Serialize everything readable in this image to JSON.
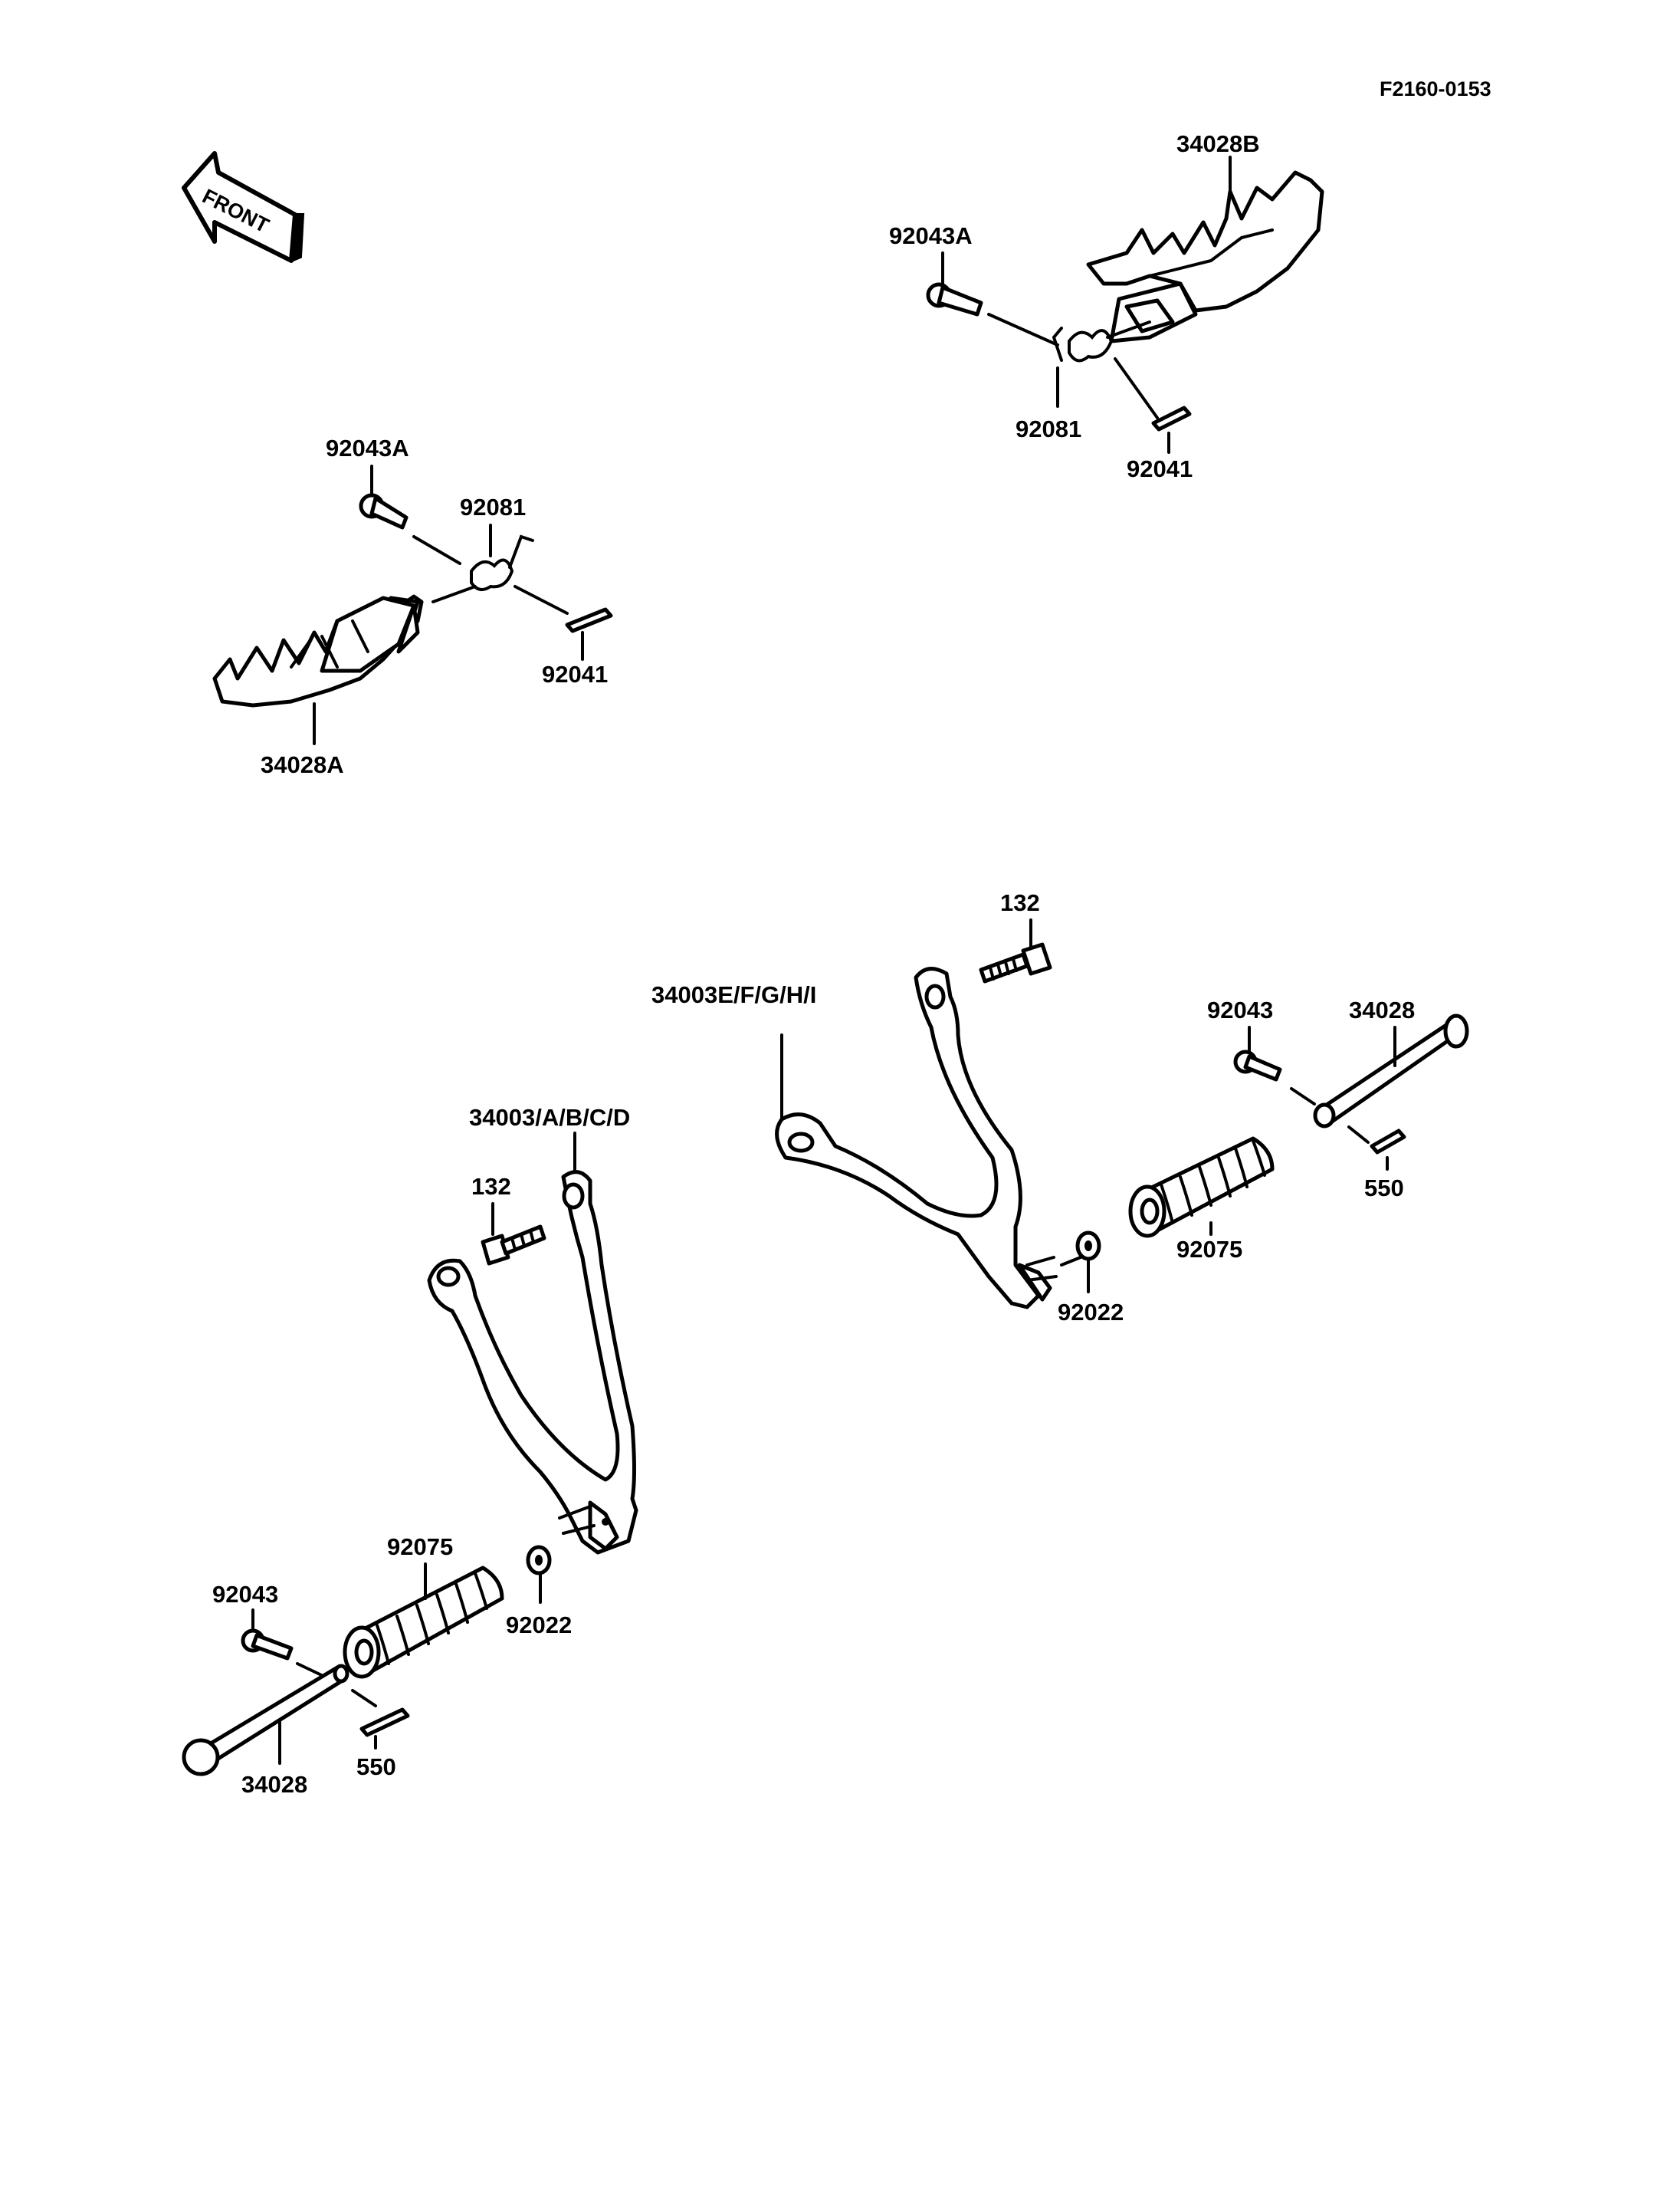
{
  "figure_code": "F2160-0153",
  "front_arrow": {
    "text": "FRONT"
  },
  "callouts": {
    "top_right_footpeg": "34028B",
    "top_right_pin": "92043A",
    "top_right_spring": "92081",
    "top_right_cotter": "92041",
    "top_left_pin": "92043A",
    "top_left_spring": "92081",
    "top_left_cotter": "92041",
    "top_left_footpeg": "34028A",
    "right_bolt": "132",
    "right_bracket": "34003E/F/G/H/I",
    "right_pin": "92043",
    "right_shaft": "34028",
    "right_cotter": "550",
    "right_rubber": "92075",
    "right_washer": "92022",
    "left_bracket": "34003/A/B/C/D",
    "left_bolt": "132",
    "left_rubber": "92075",
    "left_washer": "92022",
    "left_pin": "92043",
    "left_shaft": "34028",
    "left_cotter": "550"
  }
}
